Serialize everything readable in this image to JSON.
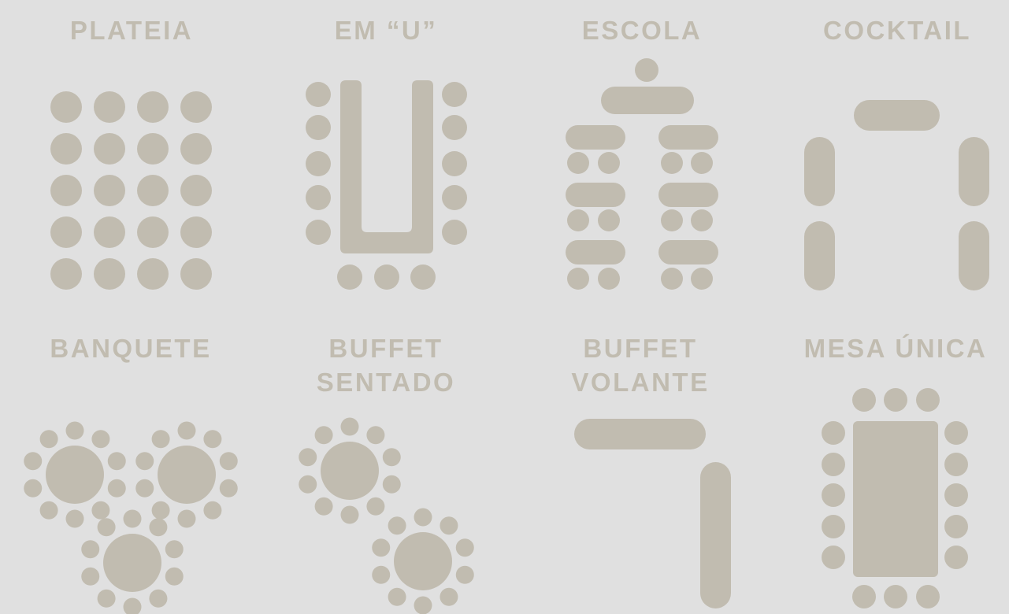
{
  "layouts": [
    {
      "id": "plateia",
      "title": [
        "PLATEIA"
      ]
    },
    {
      "id": "em-u",
      "title": [
        "EM “U”"
      ]
    },
    {
      "id": "escola",
      "title": [
        "ESCOLA"
      ]
    },
    {
      "id": "cocktail",
      "title": [
        "COCKTAIL"
      ]
    },
    {
      "id": "banquete",
      "title": [
        "BANQUETE"
      ]
    },
    {
      "id": "buffet-sentado",
      "title": [
        "BUFFET",
        "SENTADO"
      ]
    },
    {
      "id": "buffet-volante",
      "title": [
        "BUFFET",
        "VOLANTE"
      ]
    },
    {
      "id": "mesa-unica",
      "title": [
        "MESA ÚNICA"
      ]
    }
  ],
  "colors": {
    "background": "#e0e0e0",
    "shape": "#c1bcb0"
  }
}
